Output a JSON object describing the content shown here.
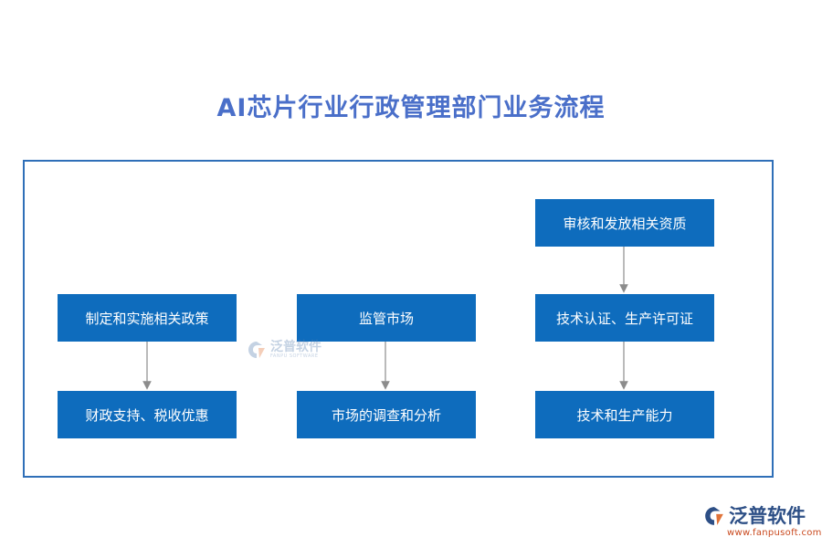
{
  "title": "AI芯片行业行政管理部门业务流程",
  "colors": {
    "title": "#4a6fc9",
    "frame_border": "#2f6fb8",
    "node_fill": "#0e6cbd",
    "node_text": "#ffffff",
    "arrow": "#8c8c8c",
    "logo_text": "#2d4f86",
    "logo_url": "#c9491e"
  },
  "nodes": {
    "policy": "制定和实施相关政策",
    "finance": "财政支持、税收优惠",
    "supervise": "监管市场",
    "research": "市场的调查和分析",
    "review": "审核和发放相关资质",
    "cert": "技术认证、生产许可证",
    "capability": "技术和生产能力"
  },
  "edges": [
    {
      "from": "制定和实施相关政策",
      "to": "财政支持、税收优惠"
    },
    {
      "from": "监管市场",
      "to": "市场的调查和分析"
    },
    {
      "from": "审核和发放相关资质",
      "to": "技术认证、生产许可证"
    },
    {
      "from": "技术认证、生产许可证",
      "to": "技术和生产能力"
    }
  ],
  "watermark": {
    "name": "泛普软件",
    "english": "FANPU SOFTWARE",
    "icon": "fanpu-logo-icon"
  },
  "logo": {
    "name": "泛普软件",
    "url": "www.fanpusoft.com",
    "icon": "fanpu-logo-icon"
  }
}
